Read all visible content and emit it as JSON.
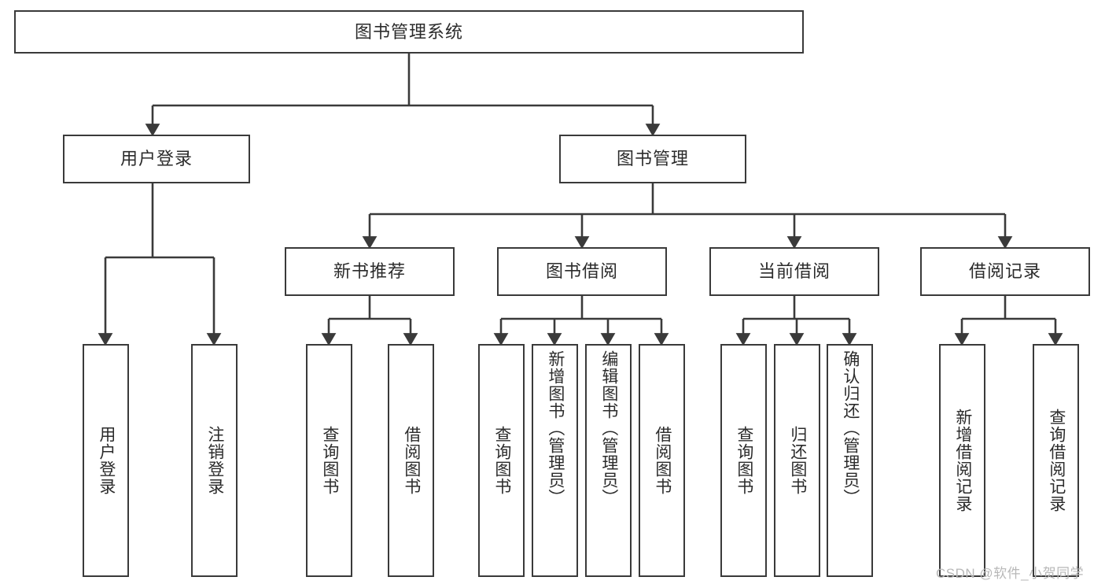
{
  "diagram": {
    "type": "tree-flowchart",
    "title_node": {
      "label": "图书管理系统"
    },
    "level2": [
      {
        "label": "用户登录"
      },
      {
        "label": "图书管理"
      }
    ],
    "level3": [
      {
        "label": "新书推荐"
      },
      {
        "label": "图书借阅"
      },
      {
        "label": "当前借阅"
      },
      {
        "label": "借阅记录"
      }
    ],
    "leaves": {
      "user_login": [
        {
          "label": "用户登录"
        },
        {
          "label": "注销登录"
        }
      ],
      "new_book_recommend": [
        {
          "label": "查询图书"
        },
        {
          "label": "借阅图书"
        }
      ],
      "book_borrow": [
        {
          "label": "查询图书"
        },
        {
          "label": "新增图书（管理员）"
        },
        {
          "label": "编辑图书（管理员）"
        },
        {
          "label": "借阅图书"
        }
      ],
      "current_borrow": [
        {
          "label": "查询图书"
        },
        {
          "label": "归还图书"
        },
        {
          "label": "确认归还（管理员）"
        }
      ],
      "borrow_record": [
        {
          "label": "新增借阅记录"
        },
        {
          "label": "查询借阅记录"
        }
      ]
    }
  },
  "watermark": {
    "text": "CSDN @软件_小贺同学"
  },
  "colors": {
    "stroke": "#3a3a3a",
    "text": "#2b2b2b",
    "background": "#ffffff",
    "watermark": "#b8b8b8"
  }
}
